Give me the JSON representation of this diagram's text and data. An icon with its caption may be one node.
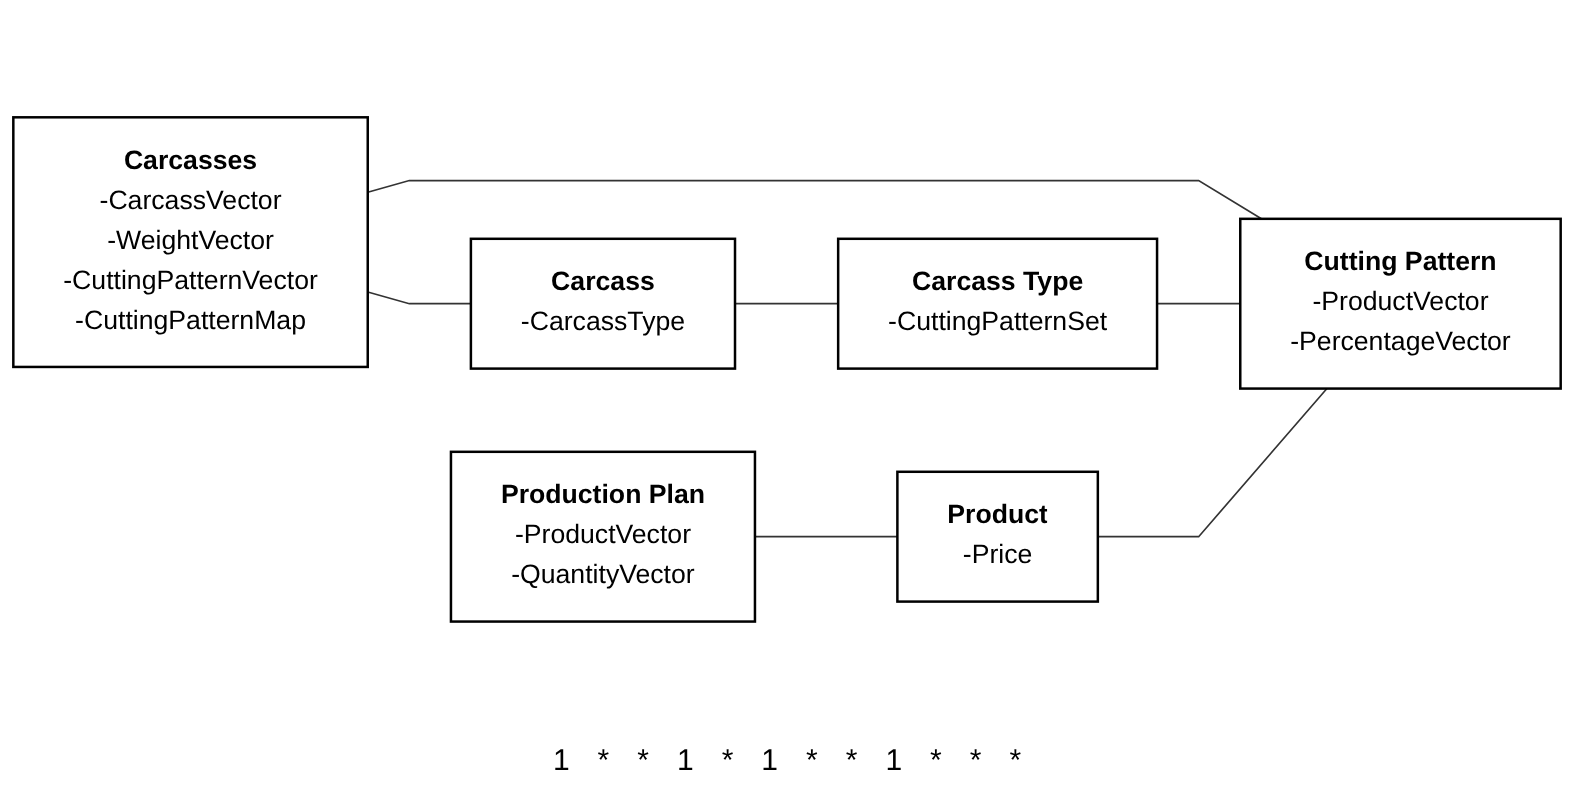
{
  "diagram": {
    "nodes": [
      {
        "text": [
          "Carcasses",
          "-CarcassVector",
          "-WeightVector",
          "-CuttingPatternVector",
          "-CuttingPatternMap"
        ]
      },
      {
        "text": [
          "Carcass",
          "-CarcassType"
        ]
      },
      {
        "text": [
          "Carcass Type",
          "-CuttingPatternSet"
        ]
      },
      {
        "text": [
          "Production Plan",
          "-ProductVector",
          "-QuantityVector"
        ]
      },
      {
        "text": [
          "Product",
          "-Price"
        ]
      },
      {
        "text": [
          "Cutting Pattern",
          "-ProductVector",
          "-PercentageVector"
        ]
      }
    ],
    "edges": [
      {
        "from": 0,
        "to": 1,
        "arrow": "none"
      },
      {
        "from": 1,
        "to": 2,
        "arrow": "none"
      },
      {
        "from": 0,
        "to": 5,
        "arrow": "none"
      },
      {
        "from": 2,
        "to": 5,
        "arrow": "none"
      },
      {
        "from": 3,
        "to": 4,
        "arrow": "none"
      },
      {
        "from": 4,
        "to": 5,
        "arrow": "none"
      }
    ],
    "labels": [
      "1",
      "*",
      "*",
      "1",
      "*",
      "1",
      "*",
      "*",
      "1",
      "*",
      "*",
      "*"
    ]
  }
}
